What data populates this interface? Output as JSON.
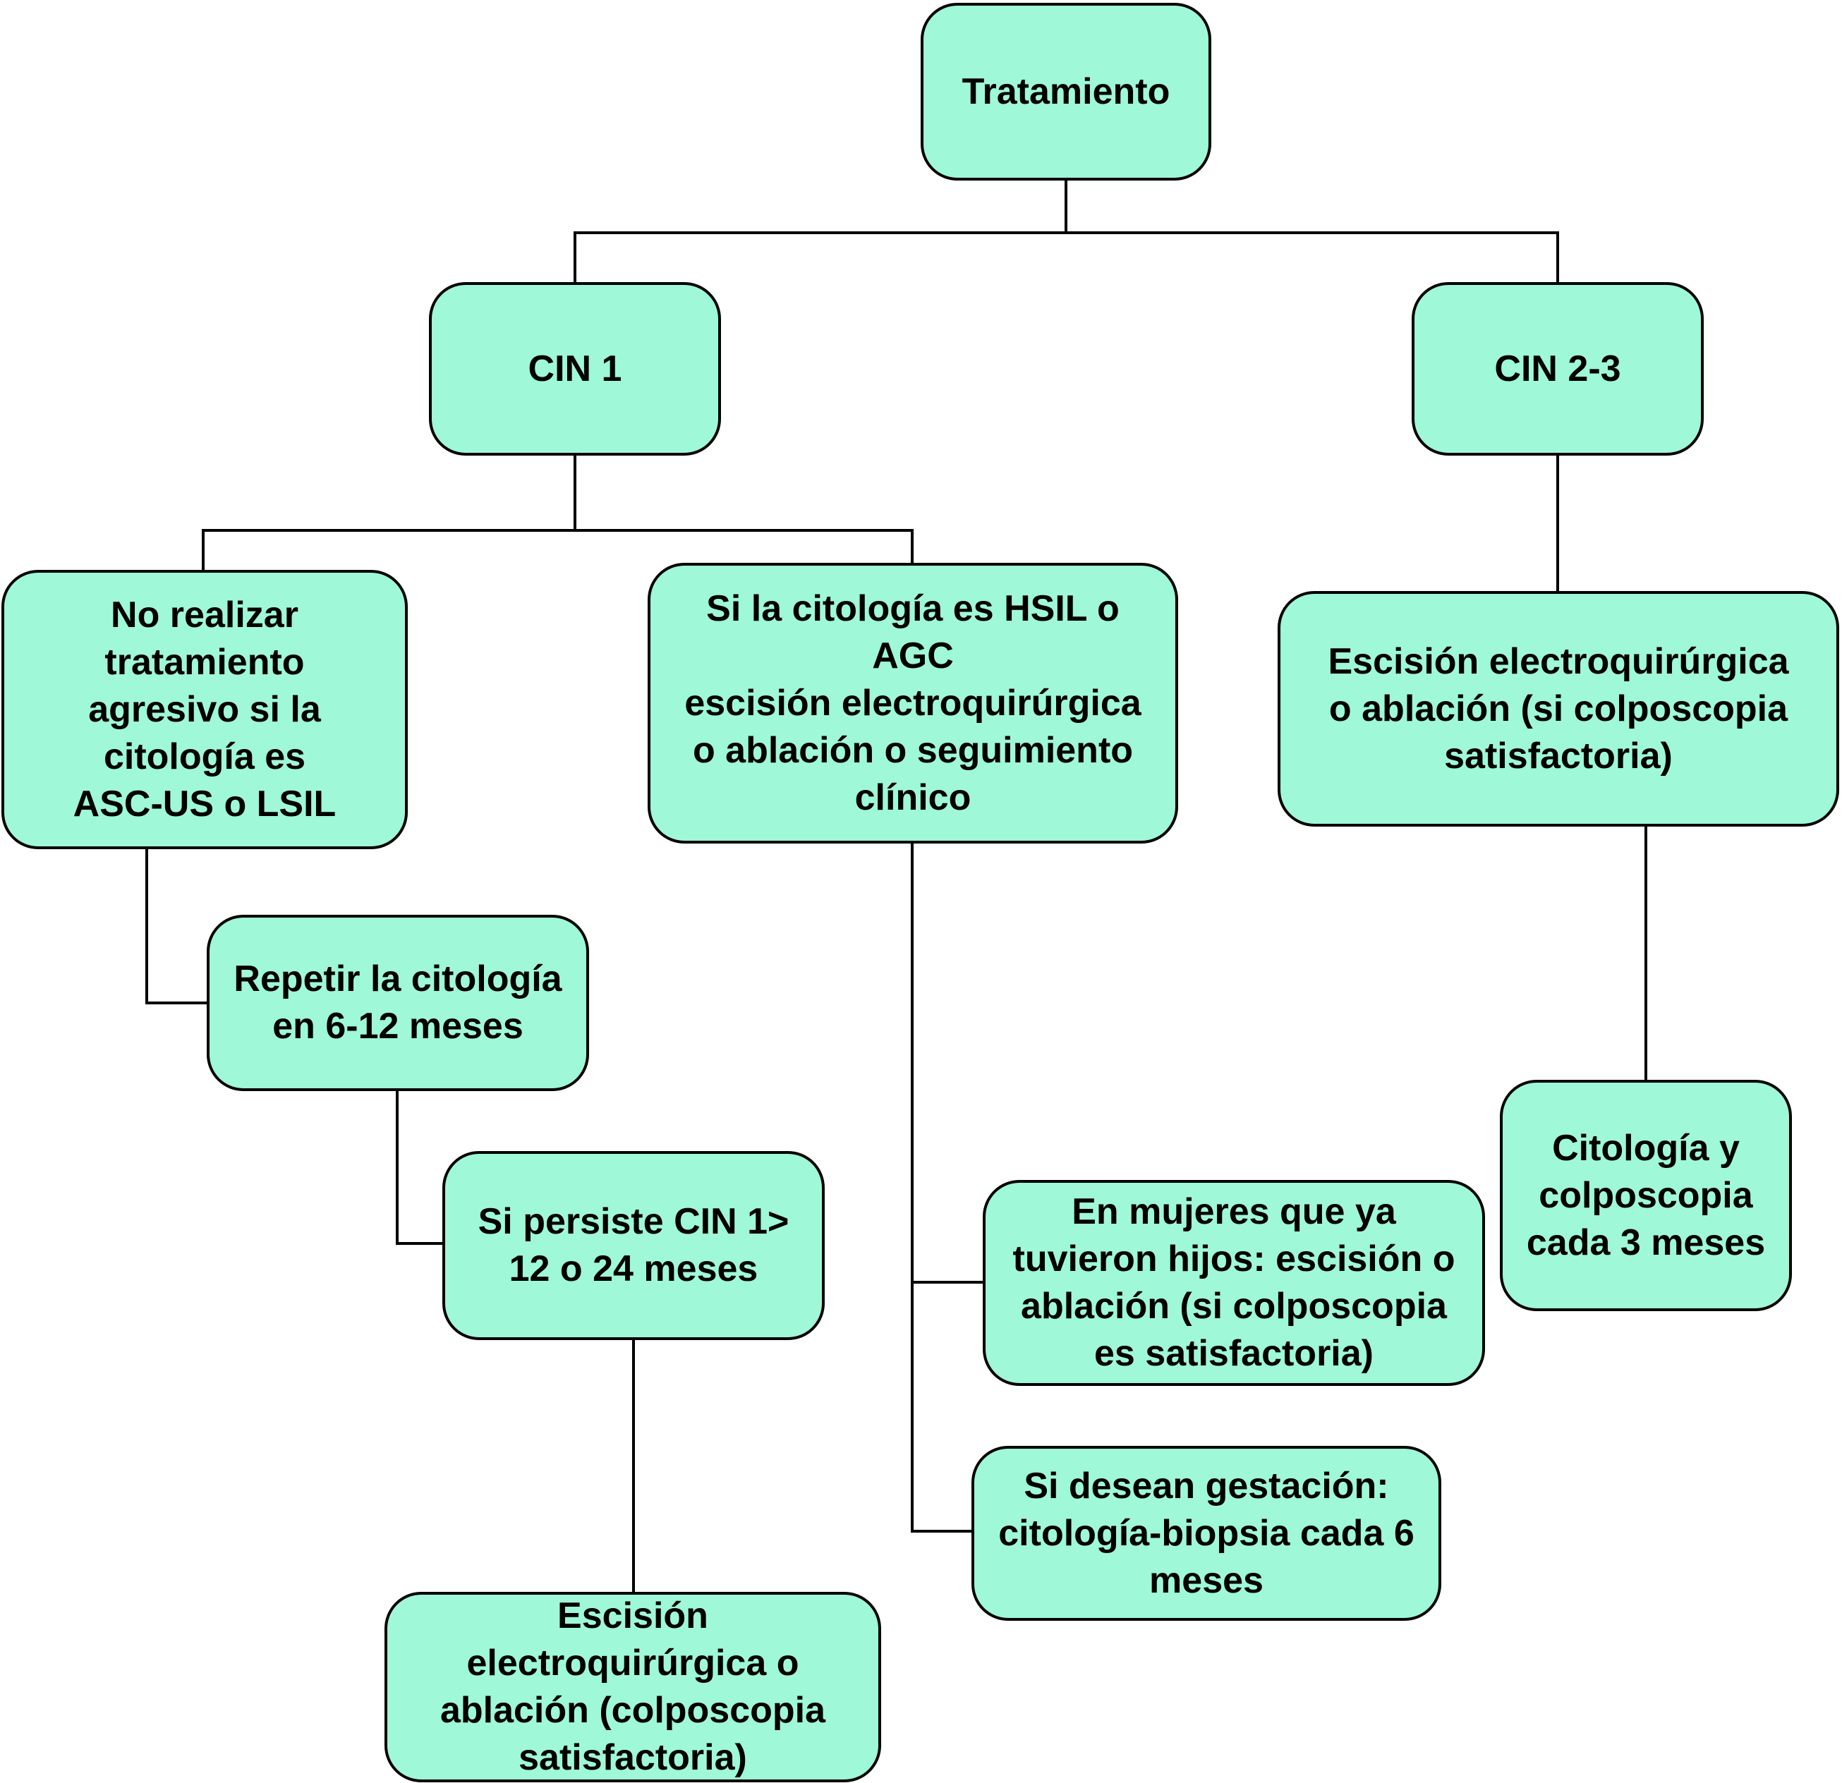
{
  "colors": {
    "box_fill": "#9ff8d7",
    "stroke": "#000000",
    "background": "#ffffff"
  },
  "nodes": {
    "tratamiento": "Tratamiento",
    "cin1": "CIN 1",
    "cin23": "CIN 2-3",
    "no_realizar": "No realizar\ntratamiento\nagresivo si la\ncitología es\nASC-US o LSIL",
    "si_hsil": "Si la citología es HSIL o\nAGC\nescisión electroquirúrgica\no ablación o seguimiento\nclínico",
    "escision_cin23": "Escisión electroquirúrgica\no ablación (si colposcopia\nsatisfactoria)",
    "repetir": "Repetir la citología\nen 6-12 meses",
    "persiste": "Si persiste CIN 1>\n12 o 24 meses",
    "escision_final": "Escisión\nelectroquirúrgica o\nablación (colposcopia\nsatisfactoria)",
    "mujeres_hijos": "En mujeres que ya\ntuvieron hijos: escisión o\nablación (si colposcopia\nes satisfactoria)",
    "gestacion": "Si desean gestación:\ncitología-biopsia cada 6\nmeses",
    "citologia_3m": "Citología y\ncolposcopia\ncada 3 meses"
  }
}
